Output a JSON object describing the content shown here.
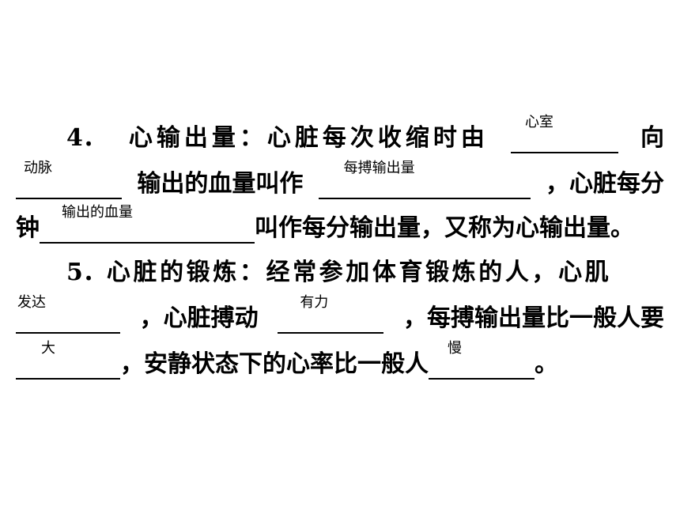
{
  "q4": {
    "number": "4．",
    "seg1": "心输出量：心脏每次收缩时由",
    "ans1": "心室",
    "seg2": "向",
    "ans2": "动脉",
    "seg3": "输出的血量叫作",
    "ans3": "每搏输出量",
    "seg4": "，心脏每分",
    "seg5": "钟",
    "ans4": "输出的血量",
    "seg6": "叫作每分输出量，又称为心输出量。"
  },
  "q5": {
    "number": "5．",
    "seg1": "心脏的锻炼：经常参加体育锻炼的人，心肌",
    "ans1": "发达",
    "seg2": "，心脏搏动",
    "ans2": "有力",
    "seg3": "，每搏输出量比一般人要",
    "ans3": "大",
    "seg4": "，安静状态下的心率比一般人",
    "ans4": "慢",
    "seg5": "。"
  }
}
